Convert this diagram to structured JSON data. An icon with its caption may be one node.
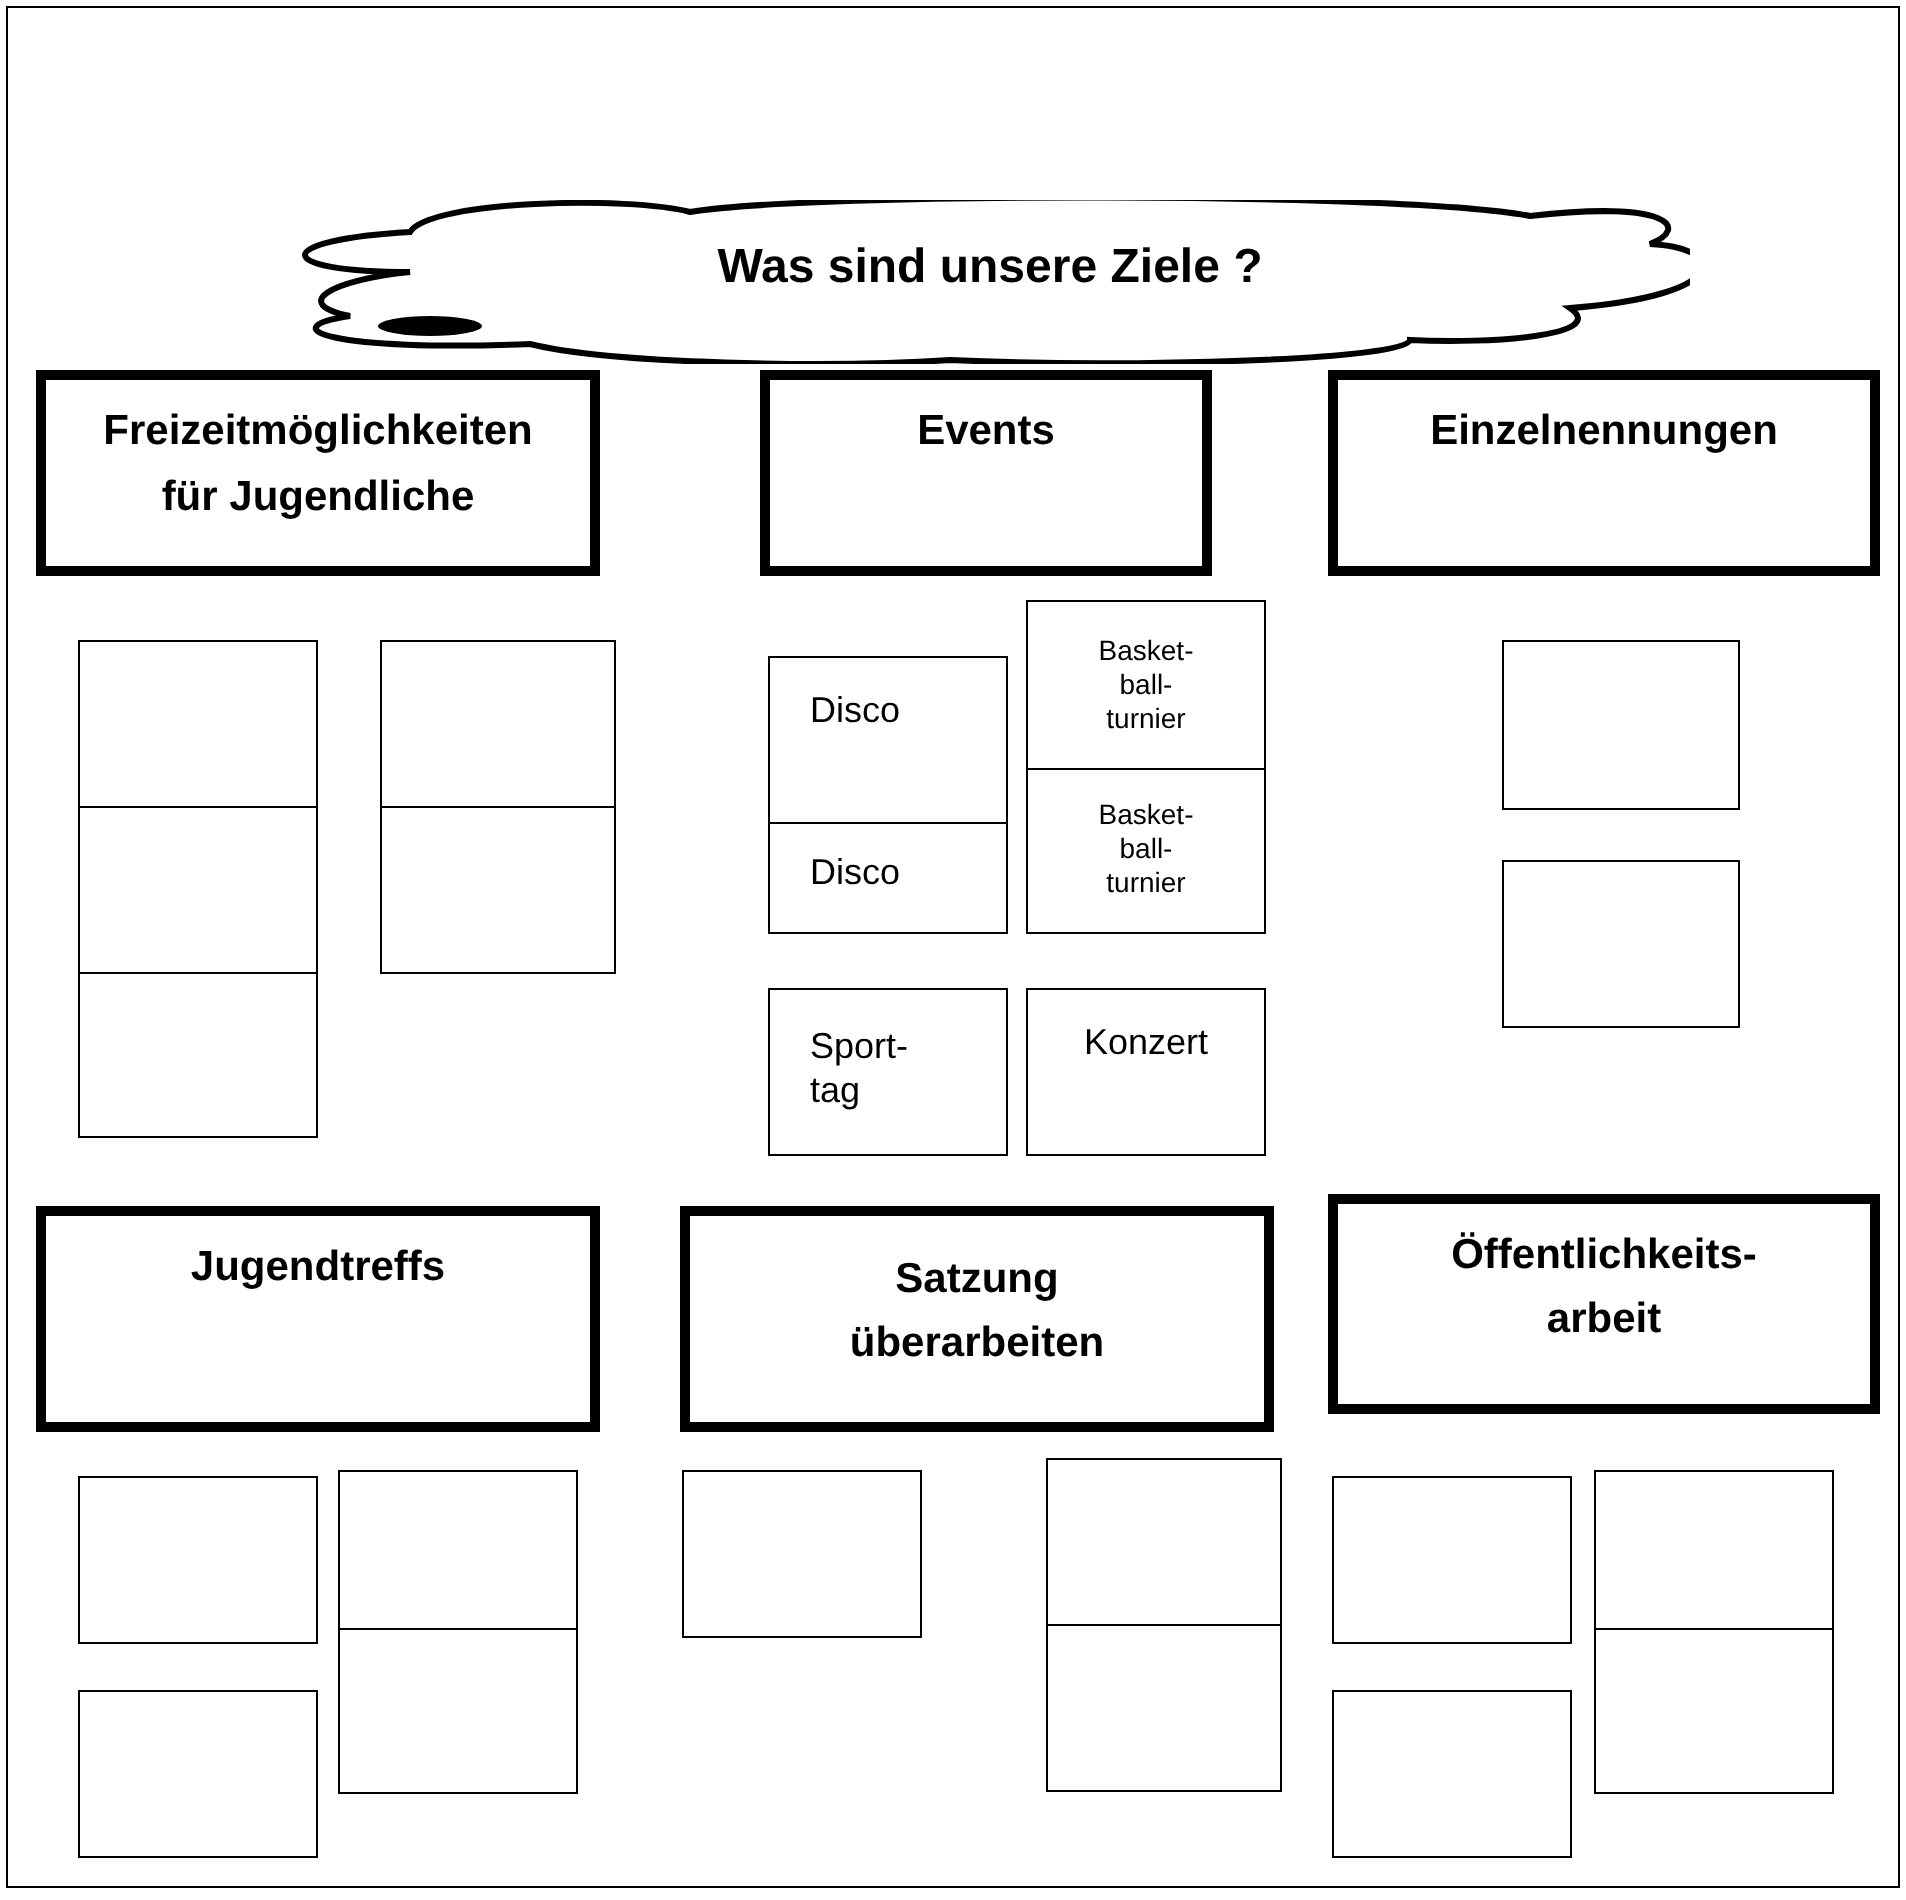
{
  "diagram": {
    "nodes": [
      {
        "text": [
          "Was sind unsere Ziele ?"
        ]
      },
      {
        "text": [
          "Freizeitmöglichkeiten für Jugendliche"
        ]
      },
      {
        "text": [
          "Events"
        ]
      },
      {
        "text": [
          "Einzelnennungen"
        ]
      },
      {
        "text": [],
        "shape": "box"
      },
      {
        "text": [],
        "shape": "box"
      },
      {
        "text": [],
        "shape": "box"
      },
      {
        "text": [],
        "shape": "box"
      },
      {
        "text": [],
        "shape": "box"
      },
      {
        "text": [
          "Disco"
        ]
      },
      {
        "text": [
          "Disco"
        ]
      },
      {
        "text": [
          "Basket- ball- turnier"
        ]
      },
      {
        "text": [
          "Basket- ball- turnier"
        ]
      },
      {
        "text": [
          "Sport- tag"
        ]
      },
      {
        "text": [
          "Konzert"
        ]
      },
      {
        "text": [],
        "shape": "box"
      },
      {
        "text": [],
        "shape": "box"
      },
      {
        "text": [
          "Jugendtreffs"
        ]
      },
      {
        "text": [
          "Satzung überarbeiten"
        ]
      },
      {
        "text": [
          "Öffentlichkeits- arbeit"
        ]
      },
      {
        "text": [],
        "shape": "box"
      },
      {
        "text": [],
        "shape": "box"
      },
      {
        "text": [],
        "shape": "box"
      },
      {
        "text": [],
        "shape": "box"
      },
      {
        "text": [],
        "shape": "box"
      },
      {
        "text": [],
        "shape": "box"
      },
      {
        "text": [],
        "shape": "box"
      },
      {
        "text": [],
        "shape": "box"
      },
      {
        "text": [],
        "shape": "box"
      },
      {
        "text": [],
        "shape": "box"
      },
      {
        "text": [],
        "shape": "box"
      }
    ],
    "edges": []
  }
}
